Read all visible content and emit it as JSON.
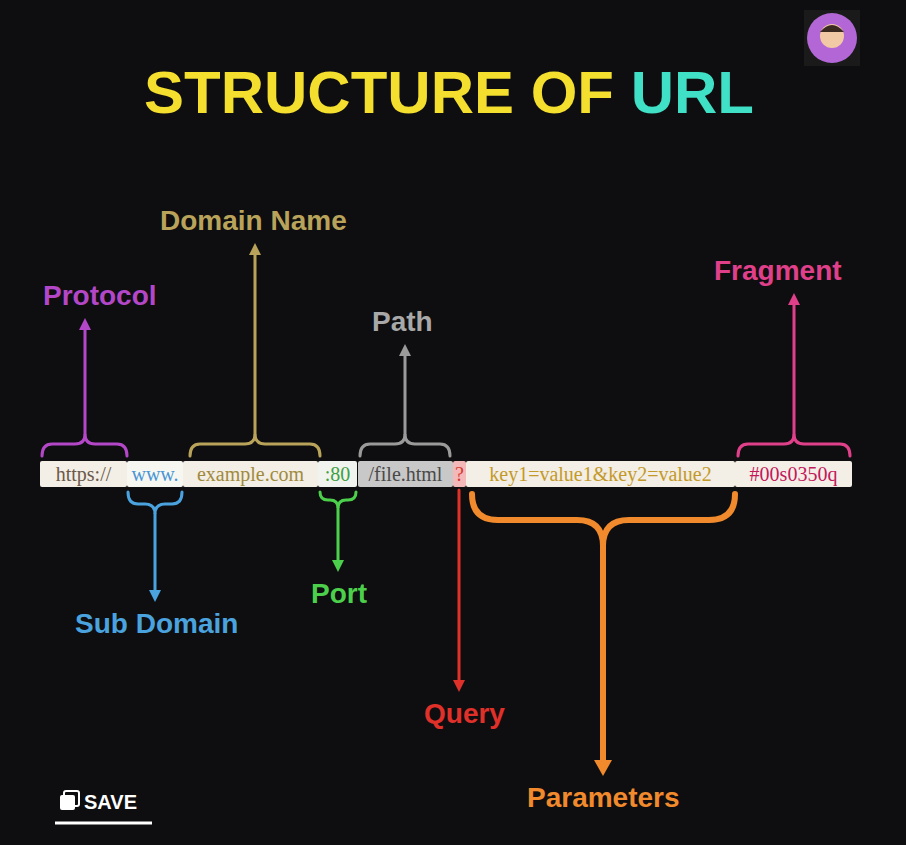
{
  "diagram": {
    "title": "STRUCTURE OF URL",
    "nodes": [
      {
        "text": [
          "https://"
        ]
      },
      {
        "text": [
          "www."
        ]
      },
      {
        "text": [
          "example.com"
        ]
      },
      {
        "text": [
          ":80"
        ]
      },
      {
        "text": [
          "/file.html"
        ]
      },
      {
        "text": [
          "?"
        ]
      },
      {
        "text": [
          "key1=value1&key2=value2"
        ]
      },
      {
        "text": [
          "#00s0350q"
        ]
      }
    ],
    "labels": [
      "Protocol",
      "Domain Name",
      "Path",
      "Fragment",
      "Sub Domain",
      "Port",
      "Query",
      "Parameters",
      "SAVE"
    ]
  }
}
